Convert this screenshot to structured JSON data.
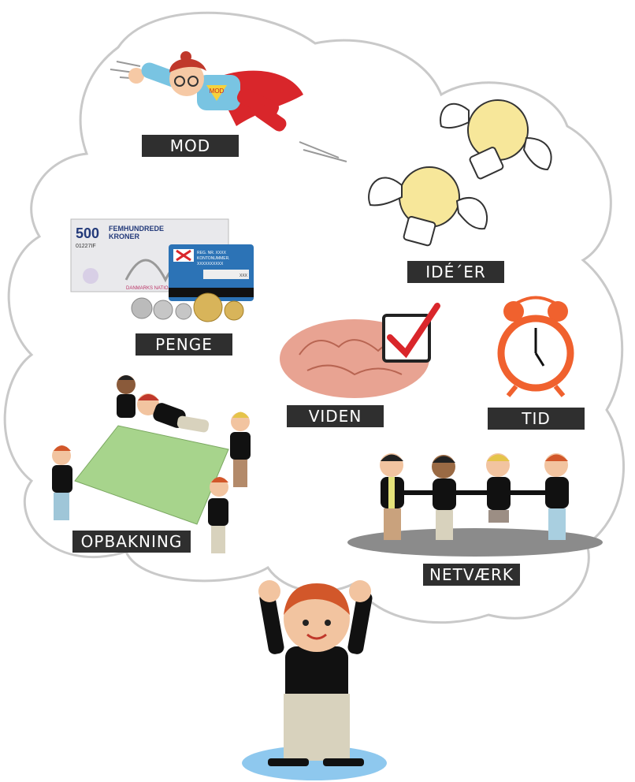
{
  "labels": {
    "mod": "MOD",
    "ideer": "IDÉ´ER",
    "penge": "PENGE",
    "viden": "VIDEN",
    "tid": "TID",
    "opbakning": "OPBAKNING",
    "netvaerk": "NETVÆRK"
  },
  "banknote": {
    "value": "500",
    "line1": "FEMHUNDREDE",
    "line2": "KRONER",
    "serial": "01227IF",
    "bank": "DANMARKS NATIONALBANK"
  },
  "card": {
    "reg": "REG. NR. XXXX",
    "konto": "KONTONUMMER.",
    "kontonr": "XXXXXXXXXX",
    "cvc": "XXX"
  },
  "hero_badge": "MOD",
  "colors": {
    "label_bg": "#2f2f2f",
    "cloud_stroke": "#c9c9c9",
    "hair": "#d2572a",
    "shirt": "#111111",
    "pants": "#d8d2bd",
    "cape": "#d9262b",
    "bulb": "#f7e79a",
    "brain": "#e8a392",
    "clock": "#f0612e",
    "sheet": "#a7d48c",
    "platform": "#8b8b8b",
    "puddle": "#8ec8ee"
  },
  "icons": [
    "superhero-icon",
    "lightbulb-icon",
    "banknote-icon",
    "card-icon",
    "coins-icon",
    "brain-icon",
    "checkbox-icon",
    "alarm-clock-icon",
    "people-icon"
  ]
}
